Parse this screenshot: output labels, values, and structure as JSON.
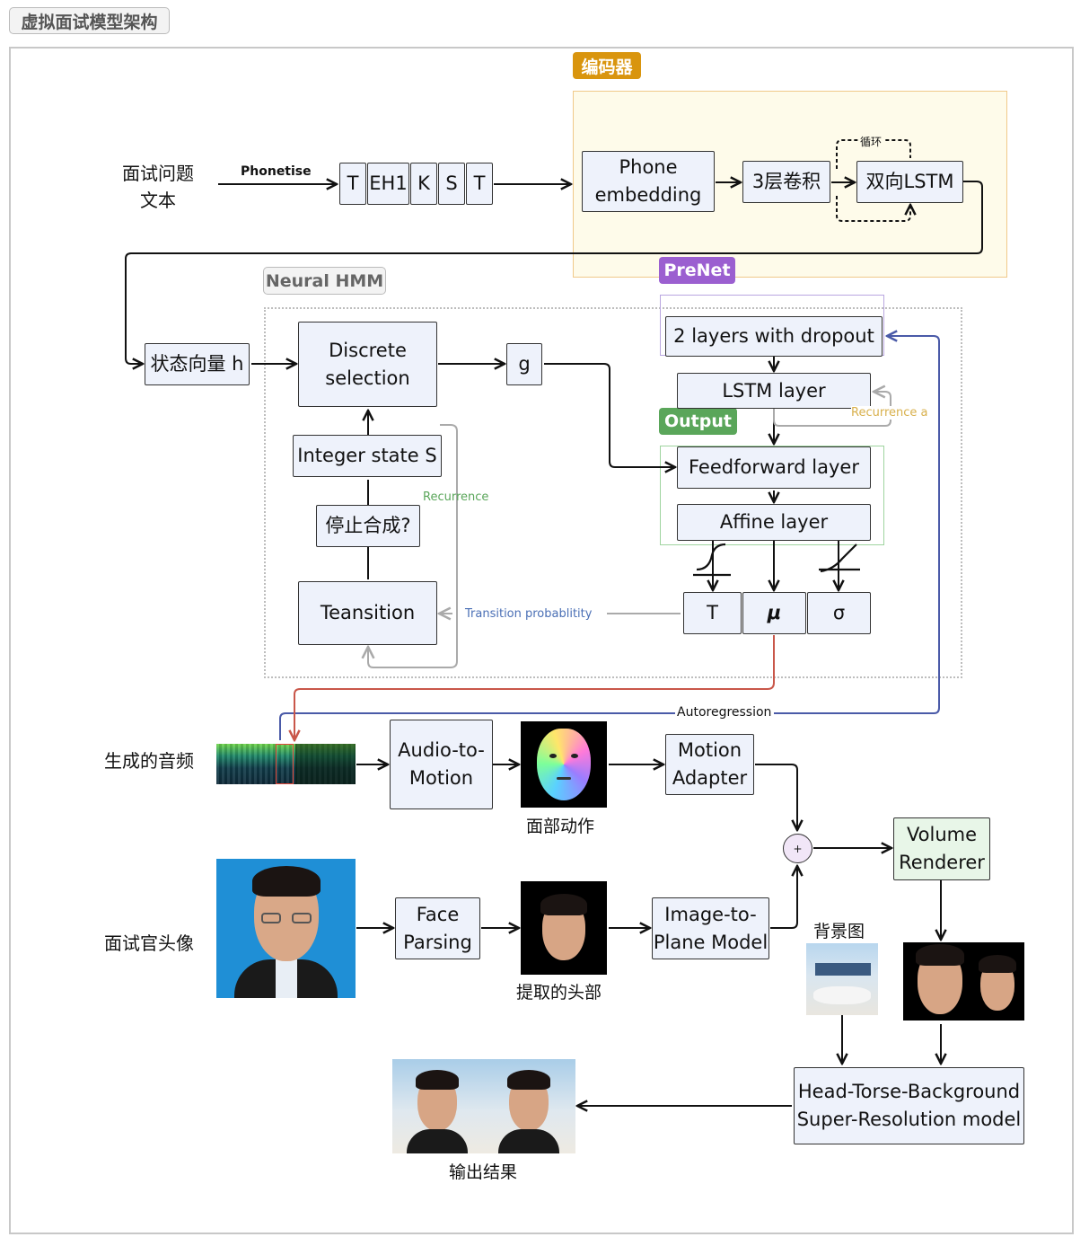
{
  "title": "虚拟面试模型架构",
  "regions": {
    "encoder_label": "编码器",
    "prenet_label": "PreNet",
    "output_label": "Output",
    "neural_hmm_label": "Neural HMM"
  },
  "inputs": {
    "question_text": [
      "面试问题",
      "文本"
    ],
    "phonetise": "Phonetise",
    "phonemes": [
      "T",
      "EH1",
      "K",
      "S",
      "T"
    ]
  },
  "encoder": {
    "phone_embedding": [
      "Phone",
      "embedding"
    ],
    "conv": "3层卷积",
    "bilstm": "双向LSTM",
    "loop": "循环"
  },
  "hmm": {
    "state_vector": "状态向量 h",
    "discrete_selection": [
      "Discrete",
      "selection"
    ],
    "g": "g",
    "integer_state": "Integer state  S",
    "stop": "停止合成?",
    "transition": "Teansition",
    "recurrence": "Recurrence",
    "transition_prob": "Transition probablitity"
  },
  "prenet": {
    "dropout": "2 layers with dropout",
    "lstm": "LSTM layer",
    "recurrence_a": "Recurrence a",
    "feedforward": "Feedforward layer",
    "affine": "Affine layer",
    "outputs": [
      "T",
      "μ",
      "σ"
    ]
  },
  "pipeline": {
    "autoregression": "Autoregression",
    "generated_audio": "生成的音频",
    "audio_to_motion": [
      "Audio-to-",
      "Motion"
    ],
    "face_motion_caption": "面部动作",
    "motion_adapter": [
      "Motion",
      "Adapter"
    ],
    "plus": "+",
    "volume_renderer": [
      "Volume",
      "Renderer"
    ],
    "interviewer_avatar": "面试官头像",
    "face_parsing": [
      "Face",
      "Parsing"
    ],
    "extracted_head_caption": "提取的头部",
    "image_to_plane": [
      "Image-to-",
      "Plane Model"
    ],
    "background_caption": "背景图",
    "super_resolution": [
      "Head-Torse-Background",
      "Super-Resolution model"
    ],
    "output_caption": "输出结果"
  },
  "colors": {
    "encoder_orange": "#d9950e",
    "prenet_purple": "#9b5fd0",
    "output_green": "#5aa65a",
    "box_fill": "#eef2fb",
    "renderer_fill": "#e8f6e8",
    "autoregression_blue": "#4a5aa8",
    "mu_red": "#c9574a"
  }
}
